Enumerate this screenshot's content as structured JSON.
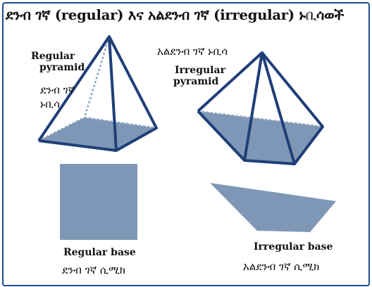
{
  "title": "ደንብ ገኛ (regular) እና አልደንብ ገኛ (irregular) ኑቢሳወች",
  "regular_pyramid": {
    "english_label_line1": "Regular",
    "english_label_line2": "pyramid",
    "amharic_label_line1": "ደንብ ገኛ",
    "amharic_label_line2": "ኑቢሳ"
  },
  "irregular_pyramid": {
    "amharic_label": "አልደንብ ገኛ ኑቢሳ",
    "english_label_line1": "Irregular",
    "english_label_line2": "pyramid"
  },
  "regular_base": {
    "english_label": "Regular base",
    "amharic_label": "ደንብ ገኛ ሲሚክ"
  },
  "irregular_base": {
    "english_label": "Irregular base",
    "amharic_label": "አልደንብ ገኛ ሲሚክ"
  },
  "colors": {
    "outline": "#1f3f78",
    "base_fill": "#7f97b6",
    "frame": "#1f4c8f"
  }
}
